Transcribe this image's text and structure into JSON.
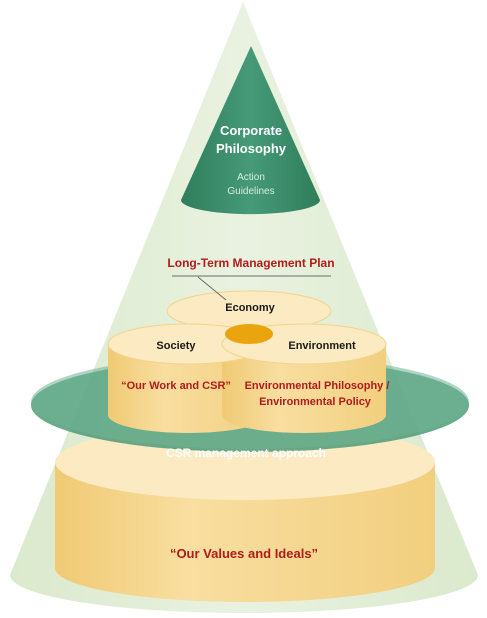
{
  "top_cone": {
    "title_line1": "Corporate",
    "title_line2": "Philosophy",
    "sub_line1": "Action",
    "sub_line2": "Guidelines"
  },
  "plan": {
    "label": "Long-Term Management Plan"
  },
  "pillars": {
    "economy": "Economy",
    "society": "Society",
    "environment": "Environment"
  },
  "policies": {
    "work_csr": "“Our Work and CSR”",
    "env_line1": "Environmental Philosophy /",
    "env_line2": "Environmental Policy"
  },
  "csr": {
    "label": "CSR management approach"
  },
  "values": {
    "label": "“Our Values and Ideals”"
  },
  "colors": {
    "cone_light": "#e4efd9",
    "cone_dark": "#3d8d6c",
    "cylinder": "#f5d78f",
    "cylinder_top": "#fbeac2",
    "core": "#eaa50e",
    "disc": "#4e9b79",
    "accent_red": "#b01b1b"
  }
}
